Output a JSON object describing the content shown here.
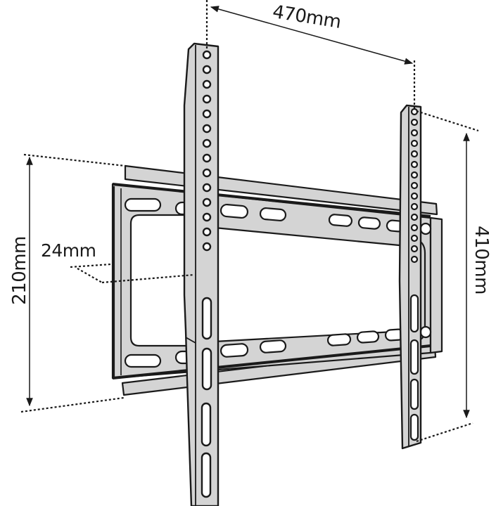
{
  "diagram": {
    "subject": "Fixed flat TV wall mount bracket",
    "colors": {
      "metal_fill": "#d4d4d4",
      "outline": "#1a1a1a",
      "background": "#ffffff"
    },
    "dimensions": {
      "width_label": "470mm",
      "height_label": "410mm",
      "wall_plate_height_label": "210mm",
      "depth_label": "24mm"
    },
    "parts": {
      "wall_plate": "Wall plate with slotted mounting holes",
      "left_arm": "Left vertical TV arm with hole column",
      "right_arm": "Right vertical TV arm with hole column"
    }
  }
}
